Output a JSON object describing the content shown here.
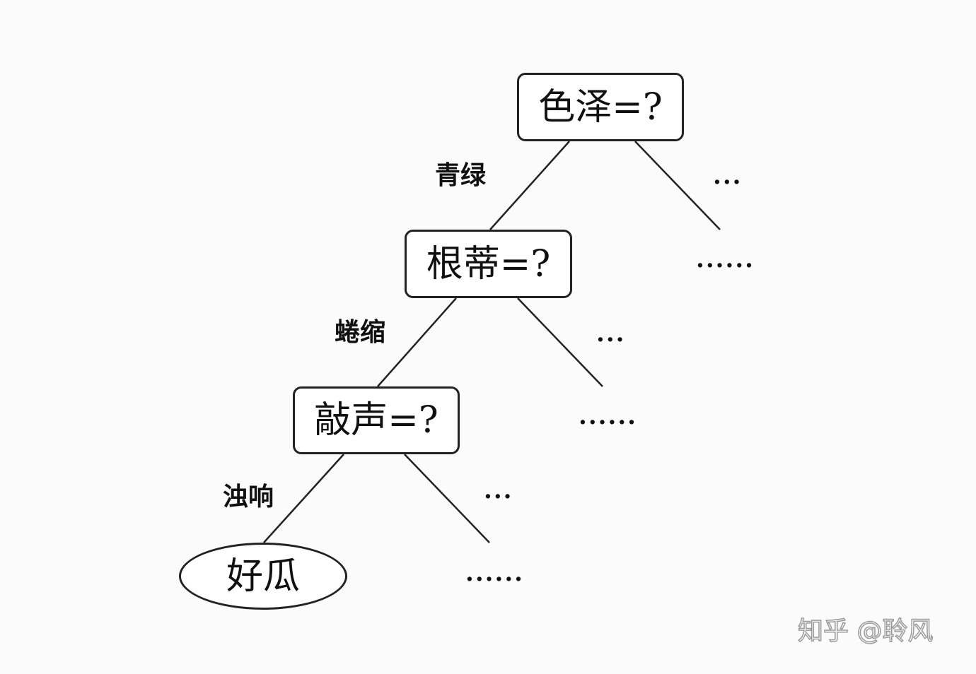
{
  "nodes": {
    "root": {
      "label": "色泽=?"
    },
    "second": {
      "label": "根蒂=?"
    },
    "third": {
      "label": "敲声=?"
    },
    "leaf": {
      "label": "好瓜"
    }
  },
  "edge_labels": {
    "color_branch": "青绿",
    "root_branch": "蜷缩",
    "sound_branch": "浊响"
  },
  "ellipses": {
    "short": "...",
    "long": "......"
  },
  "watermark": "知乎 @聆风"
}
